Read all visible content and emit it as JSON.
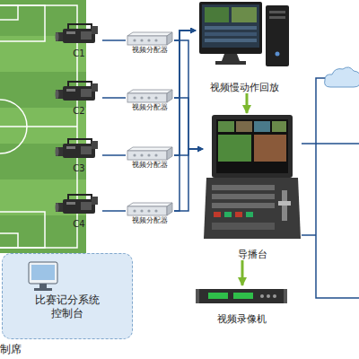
{
  "diagram": {
    "nodes": [
      {
        "text": [
          "C1"
        ]
      },
      {
        "text": [
          "视频分配器"
        ]
      },
      {
        "text": [
          "视频慢动作回放"
        ]
      },
      {
        "text": [
          "Internet"
        ]
      },
      {
        "text": [
          "C2"
        ]
      },
      {
        "text": [
          "视频分配器"
        ]
      },
      {
        "text": [
          "C3"
        ]
      },
      {
        "text": [
          "视频分配器"
        ]
      },
      {
        "text": [
          "导播台"
        ]
      },
      {
        "text": [
          "C4"
        ]
      },
      {
        "text": [
          "视频分配器"
        ]
      },
      {
        "text": [
          "视频录像机"
        ]
      },
      {
        "text": [
          "比赛记分系统 控制台"
        ]
      }
    ],
    "edges": [
      {
        "from": 0,
        "to": 1,
        "arrow": "none"
      },
      {
        "from": 4,
        "to": 5,
        "arrow": "none"
      },
      {
        "from": 6,
        "to": 7,
        "arrow": "none"
      },
      {
        "from": 9,
        "to": 10,
        "arrow": "none"
      },
      {
        "from": 1,
        "to": 2,
        "arrow": "to"
      },
      {
        "from": 5,
        "to": 2,
        "arrow": "to"
      },
      {
        "from": 7,
        "to": 2,
        "arrow": "to"
      },
      {
        "from": 10,
        "to": 2,
        "arrow": "to"
      },
      {
        "from": 1,
        "to": 8,
        "arrow": "to"
      },
      {
        "from": 5,
        "to": 8,
        "arrow": "to"
      },
      {
        "from": 7,
        "to": 8,
        "arrow": "to"
      },
      {
        "from": 10,
        "to": 8,
        "arrow": "to"
      },
      {
        "from": 2,
        "to": 8,
        "arrow": "to"
      },
      {
        "from": 8,
        "to": 11,
        "arrow": "to"
      },
      {
        "from": 8,
        "to": 3,
        "arrow": "none"
      }
    ],
    "labels": [
      "制席"
    ]
  }
}
